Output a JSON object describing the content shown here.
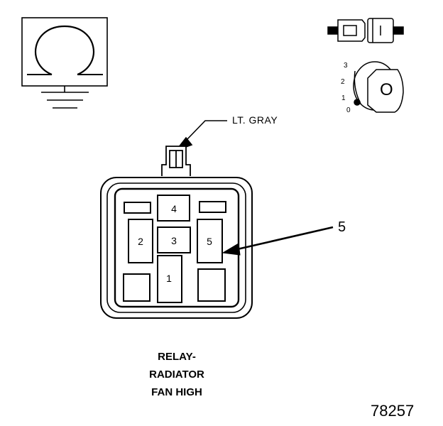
{
  "wire_label": "LT. GRAY",
  "callout_label": "5",
  "connector_pins": [
    {
      "id": "4",
      "label": "4"
    },
    {
      "id": "2",
      "label": "2"
    },
    {
      "id": "3",
      "label": "3"
    },
    {
      "id": "5",
      "label": "5"
    },
    {
      "id": "1",
      "label": "1"
    }
  ],
  "title_lines": [
    "RELAY-",
    "RADIATOR",
    "FAN HIGH"
  ],
  "figure_number": "78257",
  "ignition_positions": [
    "3",
    "2",
    "1",
    "0"
  ],
  "key_letter": "O",
  "icons": {
    "ohmmeter": "ohmmeter-ground-icon",
    "connector": "connector-plug-icon",
    "ignition": "ignition-key-off-icon"
  }
}
